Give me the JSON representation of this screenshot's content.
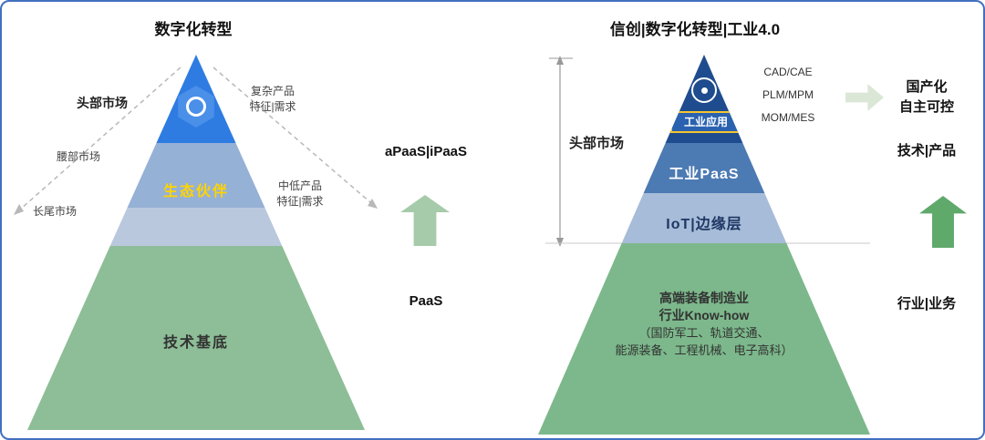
{
  "colors": {
    "border": "#4170c0",
    "left_top_band": "#2e7ce2",
    "left_mid_band": "#96b1d6",
    "left_low_band": "#bac8de",
    "left_green": "#8dbe97",
    "right_top_band": "#1e4c8e",
    "right_paas_band": "#4c7ab3",
    "right_iot_band": "#a7bcd8",
    "right_green": "#7cb88b",
    "partner_text": "#ffd400",
    "app_box_border": "#f5c531",
    "arrow_light_green": "#a6cbaa",
    "arrow_dark_green": "#5fa96b",
    "arrow_pale_green": "#dbe7d6"
  },
  "left": {
    "title": "数字化转型",
    "markets": [
      "头部市场",
      "腰部市场",
      "长尾市场"
    ],
    "partner": "生态伙伴",
    "base": "技术基底",
    "demand_top": [
      "复杂产品",
      "特征|需求"
    ],
    "demand_mid": [
      "中低产品",
      "特征|需求"
    ],
    "apaas": "aPaaS|iPaaS",
    "paas": "PaaS"
  },
  "right": {
    "title": "信创|数字化转型|工业4.0",
    "market": "头部市场",
    "app": "工业应用",
    "paas": "工业PaaS",
    "iot": "IoT|边缘层",
    "base": [
      "高端装备制造业",
      "行业Know-how",
      "（国防军工、轨道交通、",
      "能源装备、工程机械、电子高科）"
    ],
    "tech": [
      "CAD/CAE",
      "PLM/MPM",
      "MOM/MES"
    ],
    "localization": [
      "国产化",
      "自主可控"
    ],
    "tech_product": "技术|产品",
    "industry_business": "行业|业务"
  }
}
